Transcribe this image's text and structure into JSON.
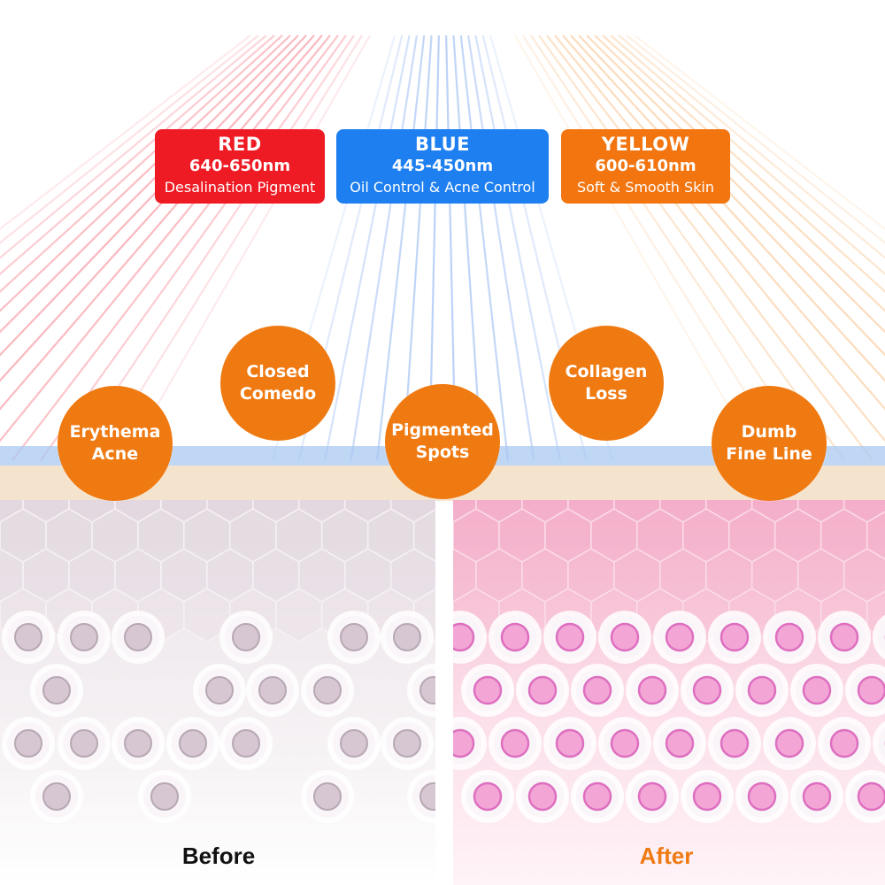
{
  "labels": [
    {
      "name": "RED",
      "wavelength": "640-650nm",
      "effect": "Desalination Pigment",
      "color": "#ee1b24"
    },
    {
      "name": "BLUE",
      "wavelength": "445-450nm",
      "effect": "Oil Control & Acne Control",
      "color": "#1e7ff0"
    },
    {
      "name": "YELLOW",
      "wavelength": "600-610nm",
      "effect": "Soft  & Smooth Skin",
      "color": "#f27510"
    }
  ],
  "problems": [
    {
      "text": "Erythema Acne"
    },
    {
      "text": "Closed Comedo"
    },
    {
      "text": "Pigmented Spots"
    },
    {
      "text": "Collagen Loss"
    },
    {
      "text": "Dumb Fine Line"
    }
  ],
  "panels": {
    "before": {
      "label": "Before",
      "label_color": "#111111"
    },
    "after": {
      "label": "After",
      "label_color": "#f07a12"
    }
  },
  "colors": {
    "accent_orange": "#f07a12",
    "skin_blue": "#a9c8f2",
    "skin_tan": "#f1dcc0",
    "before_tissue": "#ece4ea",
    "after_tissue": "#f7c7da",
    "before_cell": "#d9ccd6",
    "after_cell": "#f4a8d2"
  }
}
